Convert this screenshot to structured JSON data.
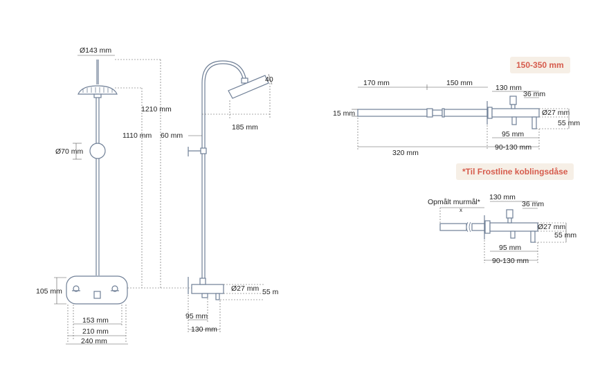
{
  "badges": {
    "range": "150-350 mm",
    "frostline": "*Til Frostline koblingsdåse"
  },
  "front": {
    "head_diameter": "Ø143 mm",
    "total_height": "1210 mm",
    "bar_height": "1110 mm",
    "knob_diameter": "Ø70 mm",
    "box_height": "105 mm",
    "width_153": "153 mm",
    "width_210": "210 mm",
    "width_240": "240 mm"
  },
  "side": {
    "head_angle": "40",
    "head_reach": "185 mm",
    "bracket_offset": "60 mm",
    "pipe_diameter": "Ø27 mm",
    "box_depth_55": "55 m",
    "depth_95": "95 mm",
    "depth_130": "130 mm"
  },
  "top_right": {
    "d170": "170 mm",
    "d150": "150 mm",
    "d130": "130 mm",
    "d36": "36 mm",
    "d15": "15 mm",
    "d27": "Ø27 mm",
    "d55": "55 mm",
    "d95": "95 mm",
    "d320": "320 mm",
    "d90_130": "90-130 mm"
  },
  "bottom_right": {
    "measured": "Opmålt murmål*",
    "x": "x",
    "d130": "130 mm",
    "d36": "36 mm",
    "d27": "Ø27 mm",
    "d55": "55 mm",
    "d95": "95 mm",
    "d90_130": "90-130 mm"
  }
}
